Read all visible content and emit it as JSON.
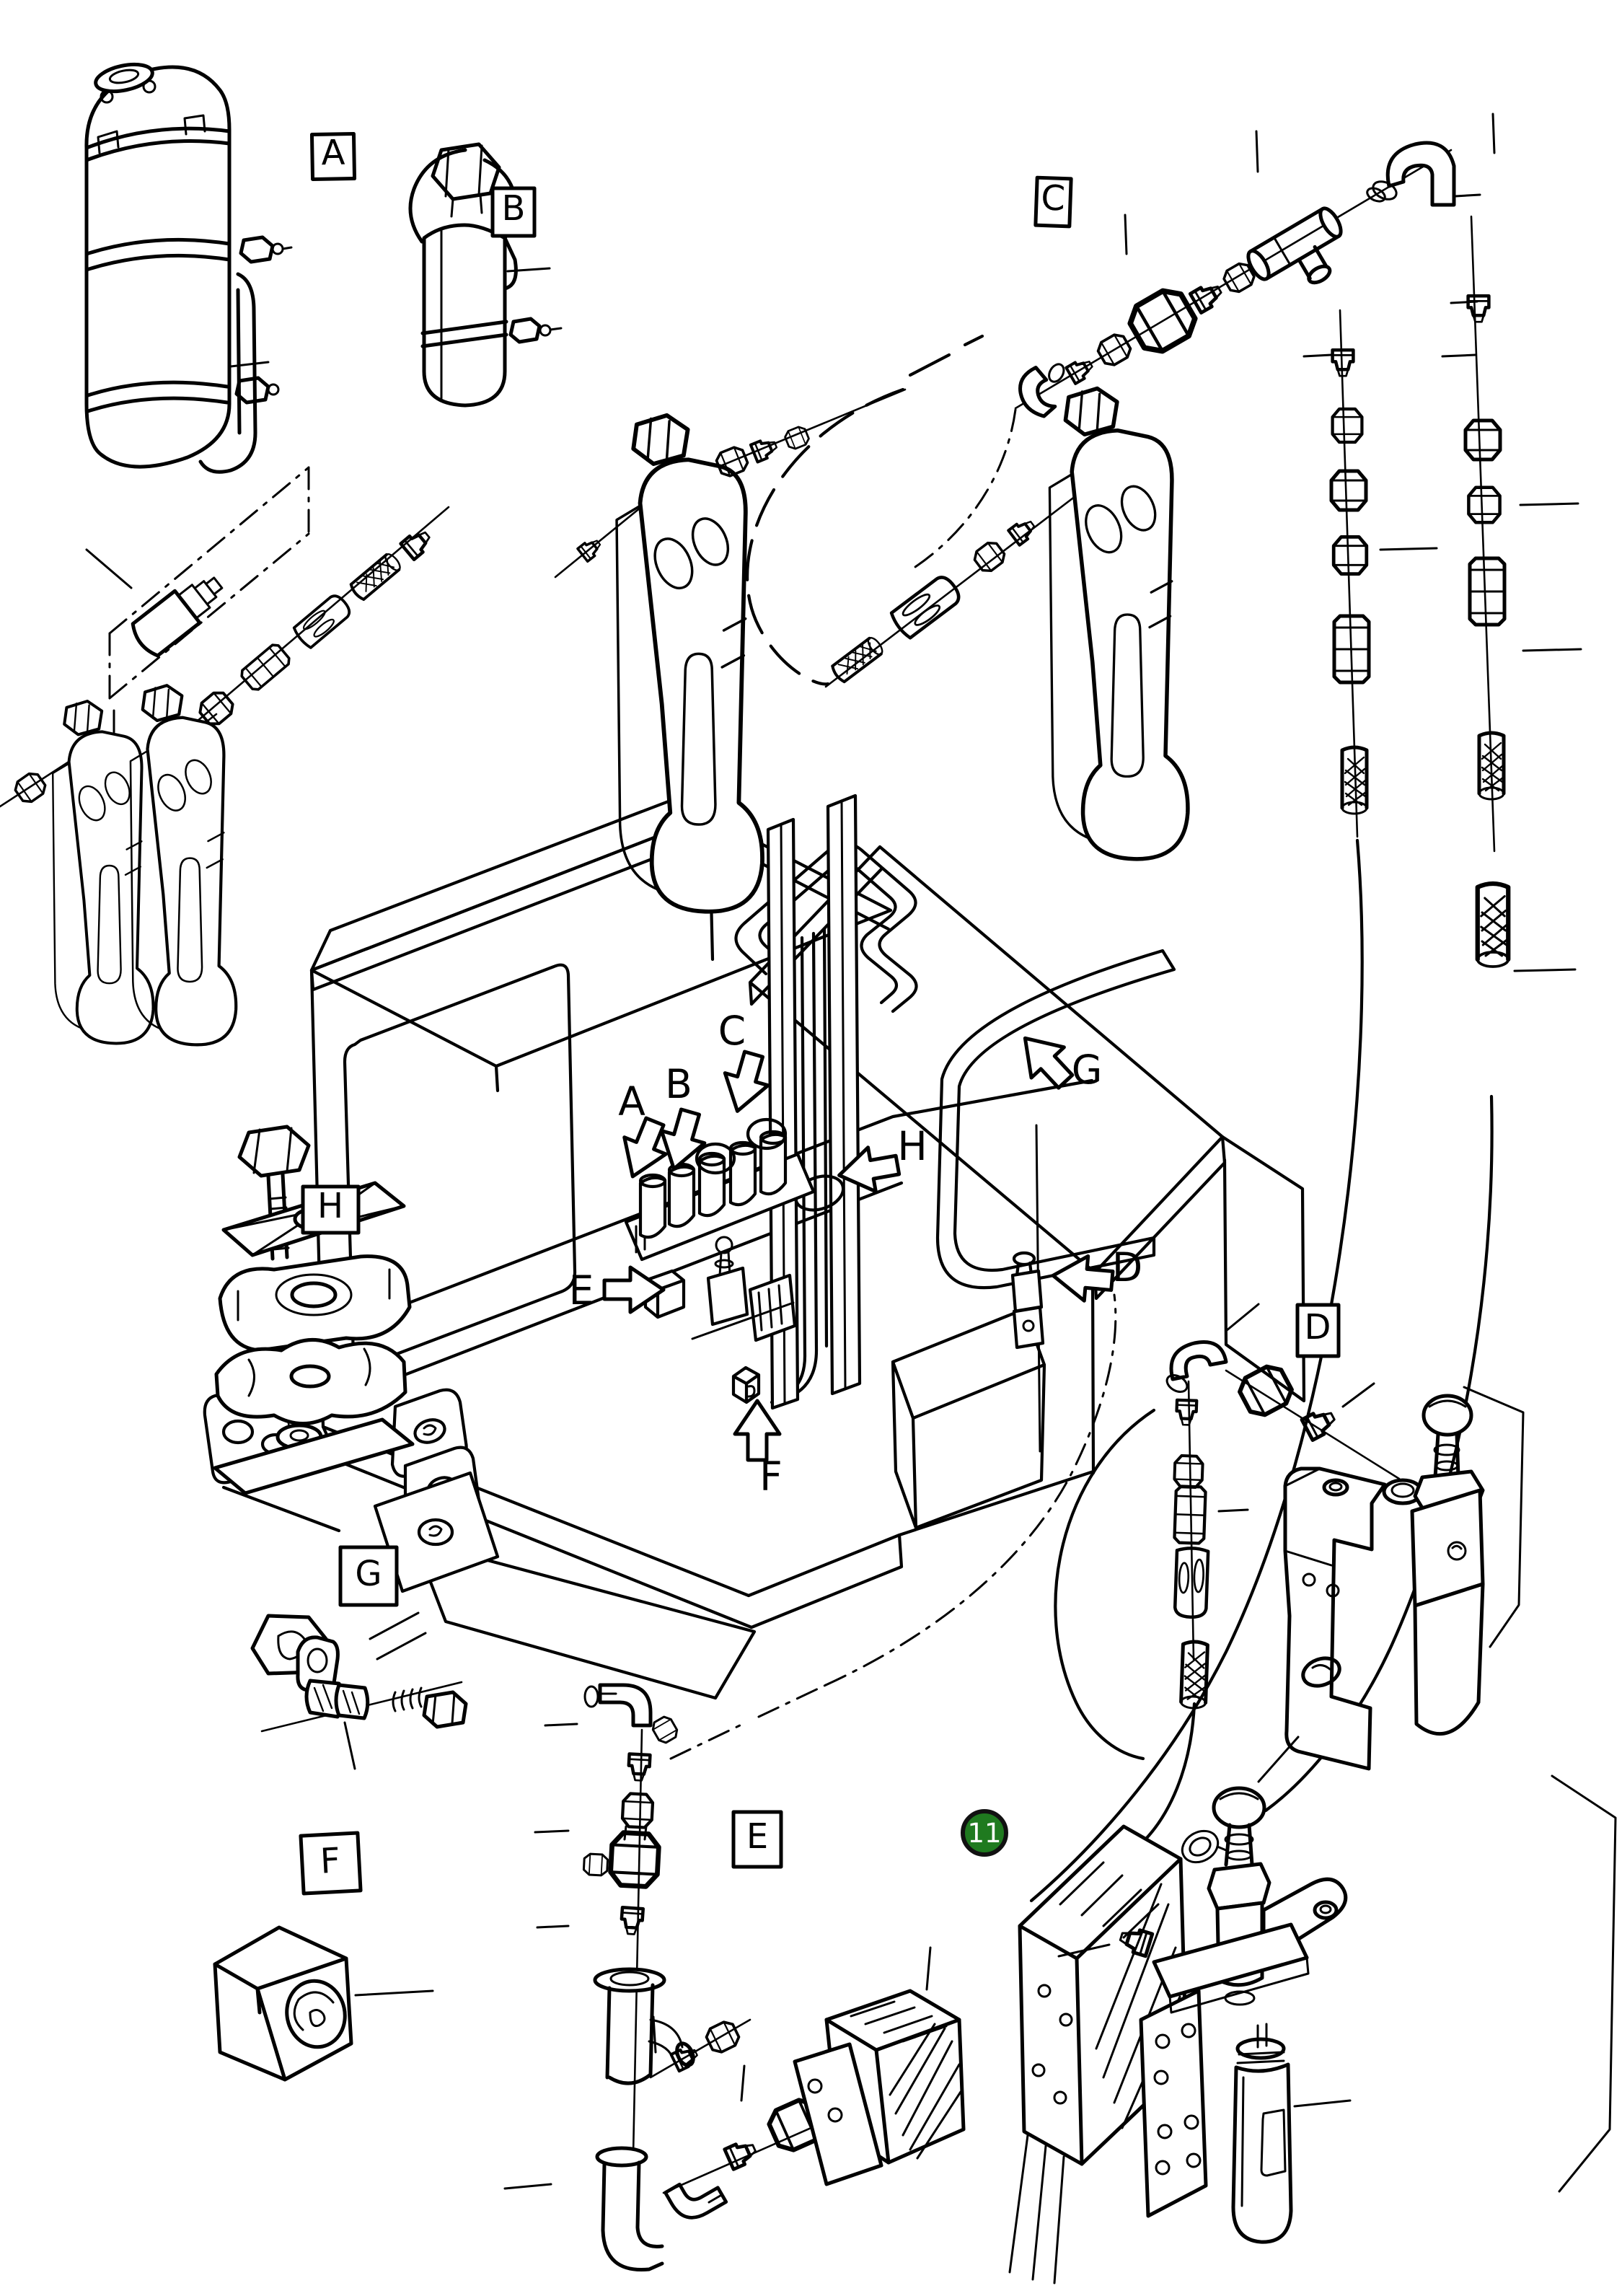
{
  "diagram": {
    "badge": {
      "text": "11",
      "fill": "#1f7a1f",
      "text_color": "#ffffff"
    },
    "boxed_labels": {
      "a": "A",
      "b": "B",
      "c": "C",
      "d": "D",
      "e": "E",
      "f": "F",
      "g": "G",
      "h": "H"
    },
    "arrow_labels": {
      "a": "A",
      "b": "B",
      "c": "C",
      "d": "D",
      "e": "E",
      "f": "F",
      "g": "G",
      "h": "H"
    }
  }
}
